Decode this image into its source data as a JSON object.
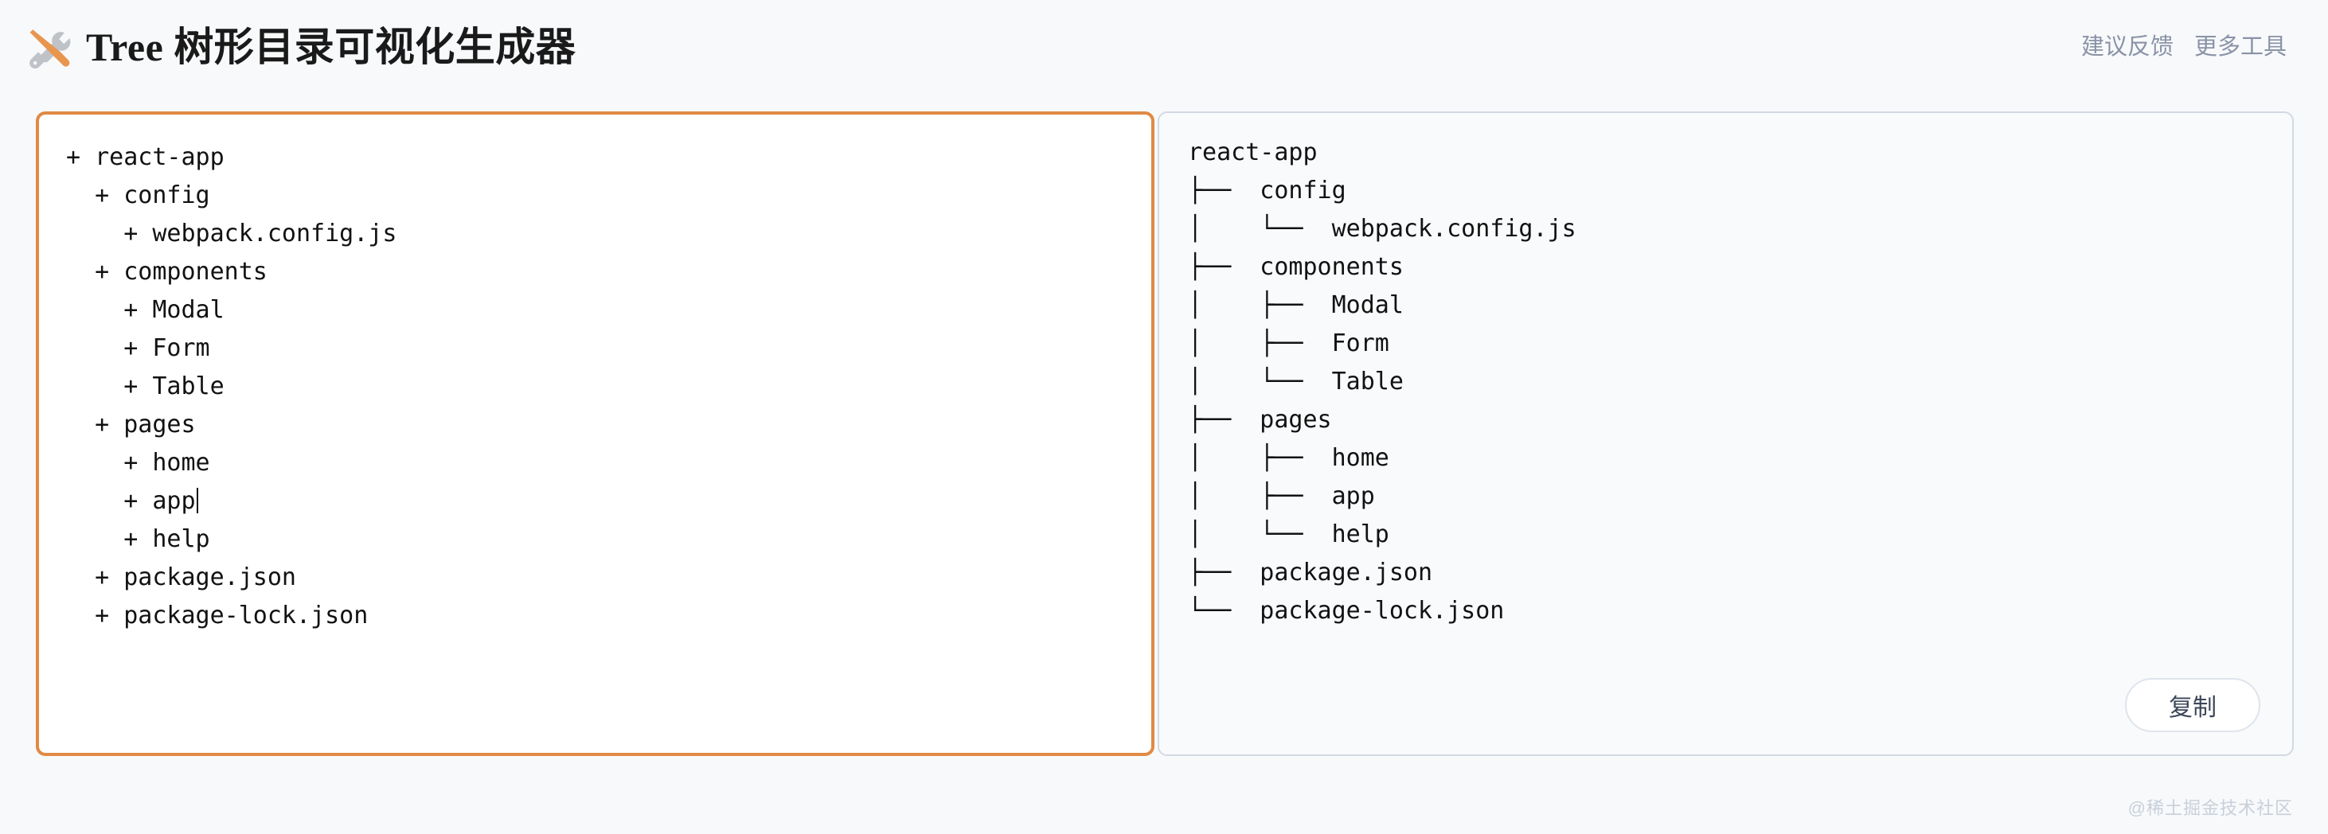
{
  "header": {
    "icon": "tools-wrench-screwdriver-icon",
    "title": "Tree 树形目录可视化生成器",
    "links": [
      {
        "label": "建议反馈",
        "name": "feedback-link"
      },
      {
        "label": "更多工具",
        "name": "more-tools-link"
      }
    ]
  },
  "input_panel": {
    "name": "tree-source-input",
    "accent_color": "#e08a45",
    "background": "#ffffff",
    "lines": [
      "+ react-app",
      "  + config",
      "    + webpack.config.js",
      "  + components",
      "    + Modal",
      "    + Form",
      "    + Table",
      "  + pages",
      "    + home",
      "    + app",
      "    + help",
      "  + package.json",
      "  + package-lock.json"
    ],
    "caret_line_index": 9
  },
  "output_panel": {
    "name": "tree-preview-output",
    "border_color": "#d3dae4",
    "background": "#f8fafc",
    "lines": [
      "react-app",
      "├──  config",
      "│    └──  webpack.config.js",
      "├──  components",
      "│    ├──  Modal",
      "│    ├──  Form",
      "│    └──  Table",
      "├──  pages",
      "│    ├──  home",
      "│    ├──  app",
      "│    └──  help",
      "├──  package.json",
      "└──  package-lock.json"
    ],
    "copy_button_label": "复制"
  },
  "watermark": "@稀土掘金技术社区"
}
